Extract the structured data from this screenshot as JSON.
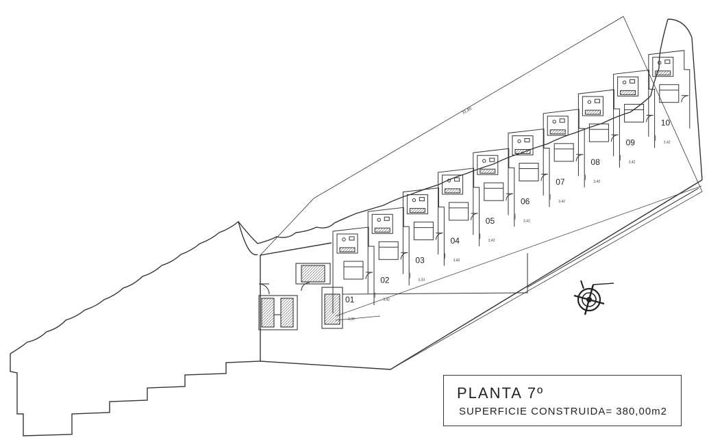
{
  "plan": {
    "title": "PLANTA 7º",
    "subtitle": "SUPERFICIE CONSTRUIDA= 380,00m2"
  },
  "rooms": [
    "01",
    "02",
    "03",
    "04",
    "05",
    "06",
    "07",
    "08",
    "09",
    "10"
  ],
  "dimensions": {
    "overall": "31,80",
    "bottom": [
      "3,30",
      "3,42",
      "3,33",
      "3,42",
      "3,42",
      "3,42",
      "3,42",
      "3,42",
      "3,42",
      "3,42"
    ]
  },
  "icons": {
    "north": "compass-rose-icon"
  },
  "colors": {
    "line": "#333333",
    "background": "#ffffff"
  }
}
